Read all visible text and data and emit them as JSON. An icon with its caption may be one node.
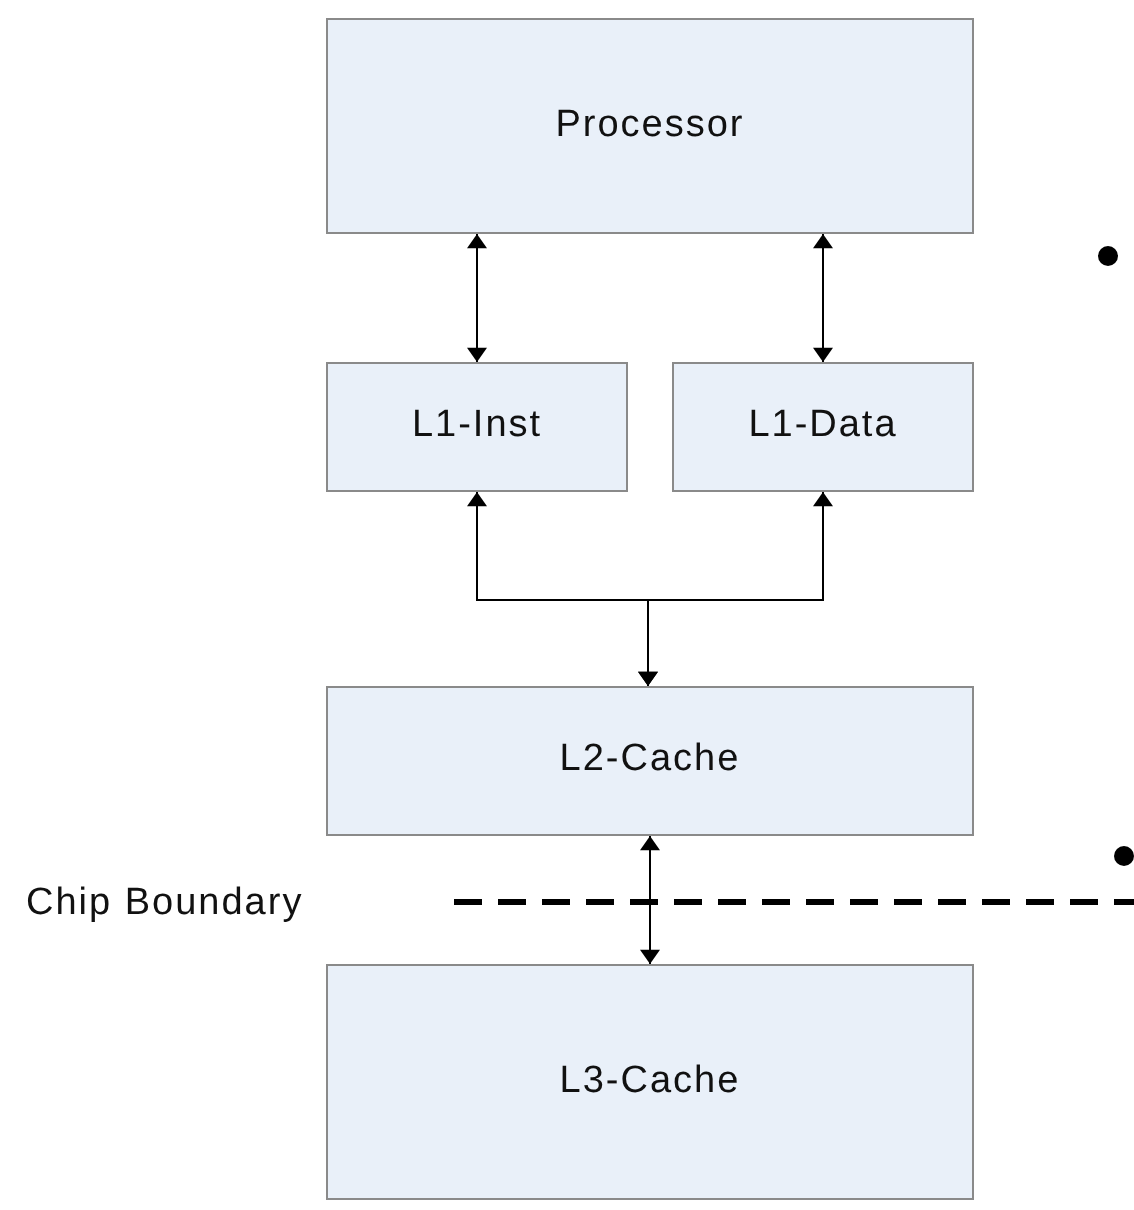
{
  "diagram": {
    "nodes": [
      {
        "text": [
          "Processor"
        ]
      },
      {
        "text": [
          "L1-Inst"
        ]
      },
      {
        "text": [
          "L1-Data"
        ]
      },
      {
        "text": [
          "L2-Cache"
        ]
      },
      {
        "text": [
          "L3-Cache"
        ]
      }
    ],
    "edges": [
      {
        "from": 0,
        "to": 1,
        "arrow": "both"
      },
      {
        "from": 0,
        "to": 2,
        "arrow": "both"
      },
      {
        "from": 3,
        "to": 1,
        "arrow": "both"
      },
      {
        "from": 3,
        "to": 2,
        "arrow": "both"
      },
      {
        "from": 3,
        "to": 4,
        "arrow": "both"
      }
    ],
    "labels": [
      "Chip Boundary"
    ]
  }
}
